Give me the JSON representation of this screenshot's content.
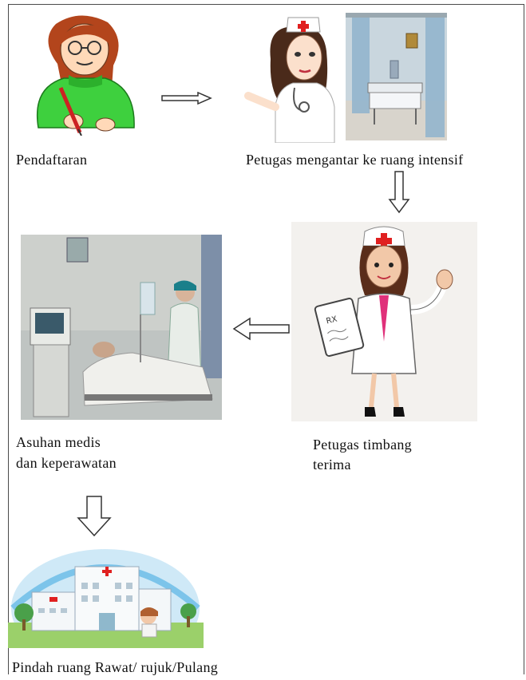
{
  "steps": {
    "registration": {
      "label": "Pendaftaran"
    },
    "escort": {
      "label": "Petugas mengantar ke ruang intensif"
    },
    "handover": {
      "label_line1": "Petugas timbang",
      "label_line2": "terima"
    },
    "care": {
      "label_line1": "Asuhan medis",
      "label_line2": "dan keperawatan"
    },
    "transfer": {
      "label": "Pindah ruang Rawat/ rujuk/Pulang"
    }
  },
  "icons": {
    "registration": "writing-person-icon",
    "escort_nurse": "nurse-icon",
    "escort_room": "hospital-room-icon",
    "handover": "nurse-clipboard-icon",
    "care": "icu-patient-icon",
    "transfer": "hospital-building-icon"
  },
  "colors": {
    "sweater": "#3ed03e",
    "hair": "#b3451c",
    "room_wall": "#c9d6de",
    "nurse_cross": "#e02020",
    "line": "#333333"
  }
}
